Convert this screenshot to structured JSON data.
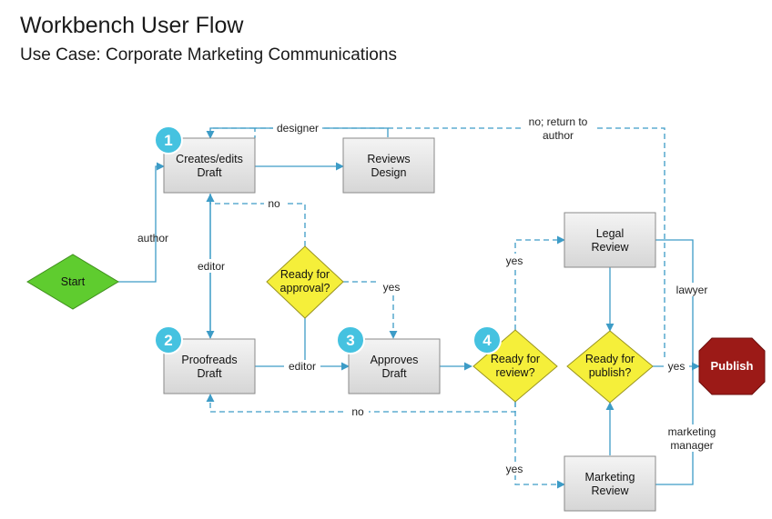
{
  "header": {
    "title": "Workbench User Flow",
    "subtitle": "Use Case: Corporate Marketing Communications"
  },
  "nodes": {
    "start": "Start",
    "create_draft": [
      "Creates/edits",
      "Draft"
    ],
    "reviews_design": [
      "Reviews",
      "Design"
    ],
    "proofreads": [
      "Proofreads",
      "Draft"
    ],
    "ready_approval": [
      "Ready for",
      "approval?"
    ],
    "approves": [
      "Approves",
      "Draft"
    ],
    "ready_review": [
      "Ready for",
      "review?"
    ],
    "legal_review": [
      "Legal",
      "Review"
    ],
    "ready_publish": [
      "Ready for",
      "publish?"
    ],
    "marketing_review": [
      "Marketing",
      "Review"
    ],
    "publish": "Publish"
  },
  "steps": [
    "1",
    "2",
    "3",
    "4"
  ],
  "edge_labels": {
    "designer": "designer",
    "return_author": [
      "no; return to",
      "author"
    ],
    "author": "author",
    "no_approval": "no",
    "editor_up": "editor",
    "yes_approval": "yes",
    "editor_right": "editor",
    "yes_legal": "yes",
    "no_review": "no",
    "yes_marketing": "yes",
    "lawyer": "lawyer",
    "yes_publish": "yes",
    "marketing_manager": [
      "marketing",
      "manager"
    ]
  },
  "colors": {
    "connector": "#3d9cc7",
    "box_fill": "#e6e6e6",
    "decision_fill": "#f5ef3a",
    "start_fill": "#5fcc2f",
    "publish_fill": "#9c1a17",
    "step_badge": "#45c2e0"
  }
}
